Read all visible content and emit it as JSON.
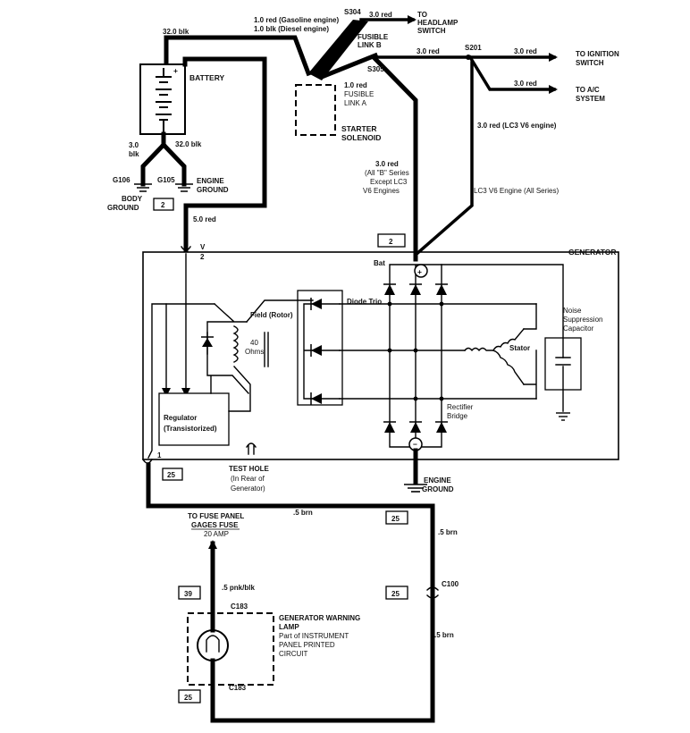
{
  "labels": {
    "s304": "S304",
    "wire_gas": "1.0 red (Gasoline engine)",
    "wire_diesel": "1.0 blk (Diesel engine)",
    "headlamp_wire": "3.0 red",
    "to_headlamp_1": "TO",
    "to_headlamp_2": "HEADLAMP",
    "to_headlamp_3": "SWITCH",
    "fusible_b_1": "FUSIBLE",
    "fusible_b_2": "LINK B",
    "fusible_a_1": "1.0 red",
    "fusible_a_2": "FUSIBLE",
    "fusible_a_3": "LINK A",
    "s305": "S305",
    "s201": "S201",
    "wire_30_main": "3.0 red",
    "wire_30_ign": "3.0 red",
    "to_ign_1": "TO IGNITION",
    "to_ign_2": "SWITCH",
    "wire_30_ac": "3.0 red",
    "to_ac_1": "TO A/C",
    "to_ac_2": "SYSTEM",
    "lc3_engine": "3.0 red (LC3 V6 engine)",
    "bat_cable": "32.0 blk",
    "battery": "BATTERY",
    "starter_1": "STARTER",
    "starter_2": "SOLENOID",
    "blk_30_1": "3.0",
    "blk_30_2": "blk",
    "blk_320": "32.0 blk",
    "g106": "G106",
    "g105": "G105",
    "engine_ground_top_1": "ENGINE",
    "engine_ground_top_2": "GROUND",
    "body_ground_1": "BODY",
    "body_ground_2": "GROUND",
    "box_2a": "2",
    "red_50": "5.0 red",
    "b_series_1": "3.0 red",
    "b_series_2": "(All \"B\" Series",
    "b_series_3": "Except LC3",
    "b_series_4": "V6 Engines",
    "lc3_all": "LC3 V6 Engine (All Series)",
    "box_2b": "2",
    "generator": "GENERATOR",
    "term_v": "V",
    "term_2": "2",
    "bat": "Bat",
    "diode_trio": "Diode Trio",
    "field_rotor": "Field (Rotor)",
    "ohms_1": "40",
    "ohms_2": "Ohms",
    "noise_1": "Noise",
    "noise_2": "Suppression",
    "noise_3": "Capacitor",
    "stator": "Stator",
    "rect_1": "Rectifier",
    "rect_2": "Bridge",
    "reg_1": "Regulator",
    "reg_2": "(Transistorized)",
    "term_1": "1",
    "box_25a": "25",
    "test_hole_1": "TEST HOLE",
    "test_hole_2": "(In Rear of",
    "test_hole_3": "Generator)",
    "engine_ground_bot_1": "ENGINE",
    "engine_ground_bot_2": "GROUND",
    "brn_5a": ".5 brn",
    "box_25b": "25",
    "brn_5b": ".5 brn",
    "fuse_1": "TO FUSE PANEL",
    "fuse_2": "GAGES FUSE",
    "fuse_3": "20 AMP",
    "pnk_blk": ".5 pnk/blk",
    "box_39": "39",
    "c183a": "C183",
    "box_25c": "25",
    "c100": "C100",
    "brn_5c": ".5 brn",
    "lamp_1": "GENERATOR WARNING",
    "lamp_2": "LAMP",
    "lamp_3": "Part of INSTRUMENT",
    "lamp_4": "PANEL PRINTED",
    "lamp_5": "CIRCUIT",
    "c183b": "C183",
    "box_25d": "25"
  }
}
